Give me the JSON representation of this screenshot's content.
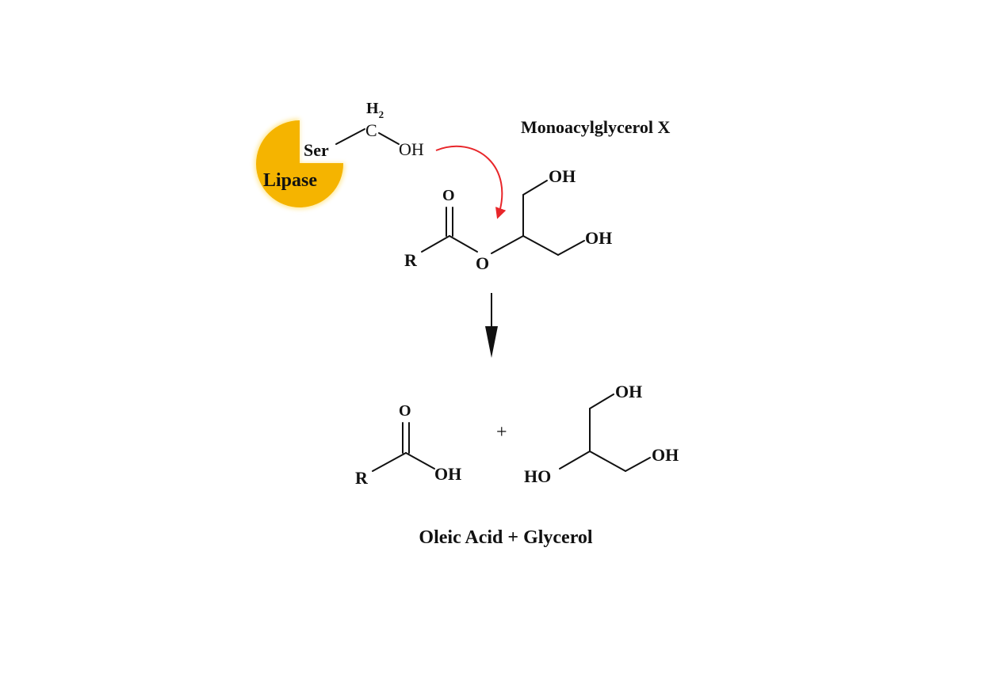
{
  "colors": {
    "enzyme_fill": "#F5B400",
    "enzyme_glow": "#FFE27A",
    "arrow_red": "#E8262A",
    "ink": "#111111"
  },
  "enzyme": {
    "name": "Lipase",
    "residue": "Ser",
    "carbon": "C",
    "h2_h": "H",
    "h2_sub": "2",
    "hydroxyl": "OH"
  },
  "substrate": {
    "name": "Monoacylglycerol X",
    "r_group": "R",
    "carbonyl_o": "O",
    "ester_o": "O",
    "oh_top": "OH",
    "oh_right": "OH"
  },
  "products": {
    "acid_carbonyl_o": "O",
    "acid_r": "R",
    "acid_oh": "OH",
    "plus": "+",
    "glycerol_oh_top": "OH",
    "glycerol_oh_right": "OH",
    "glycerol_ho_left": "HO",
    "caption": "Oleic Acid + Glycerol"
  }
}
